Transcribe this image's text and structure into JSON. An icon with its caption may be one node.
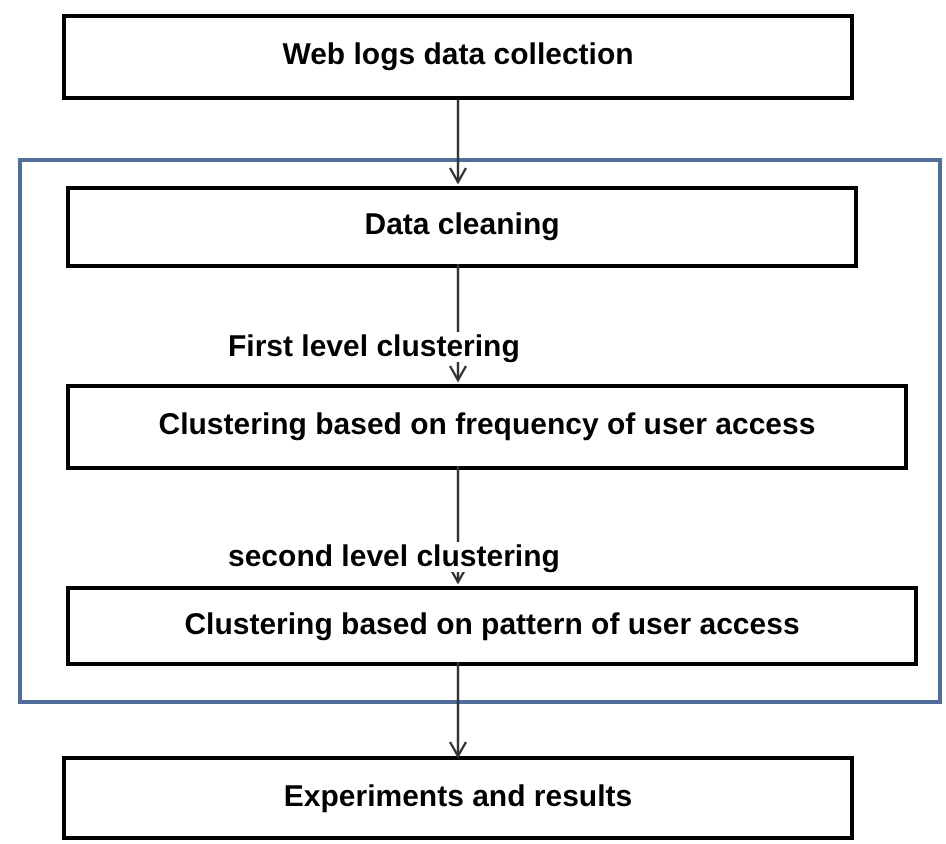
{
  "diagram": {
    "nodes": [
      {
        "text": [
          "Web logs data collection"
        ]
      },
      {
        "text": [],
        "shape": "box"
      },
      {
        "text": [
          "Data cleaning"
        ],
        "in": 1
      },
      {
        "text": [
          "Clustering based on frequency of user access"
        ],
        "in": 1
      },
      {
        "text": [
          "Clustering based on pattern of user access"
        ],
        "in": 1
      },
      {
        "text": [
          "Experiments and results"
        ]
      }
    ],
    "edges": [
      {
        "from": 0,
        "to": 2,
        "arrow": "to"
      },
      {
        "from": 2,
        "to": 3,
        "arrow": "to",
        "label": "First level clustering"
      },
      {
        "from": 3,
        "to": 4,
        "arrow": "to",
        "label": "second level clustering"
      },
      {
        "from": 4,
        "to": 5,
        "arrow": "to"
      }
    ]
  }
}
